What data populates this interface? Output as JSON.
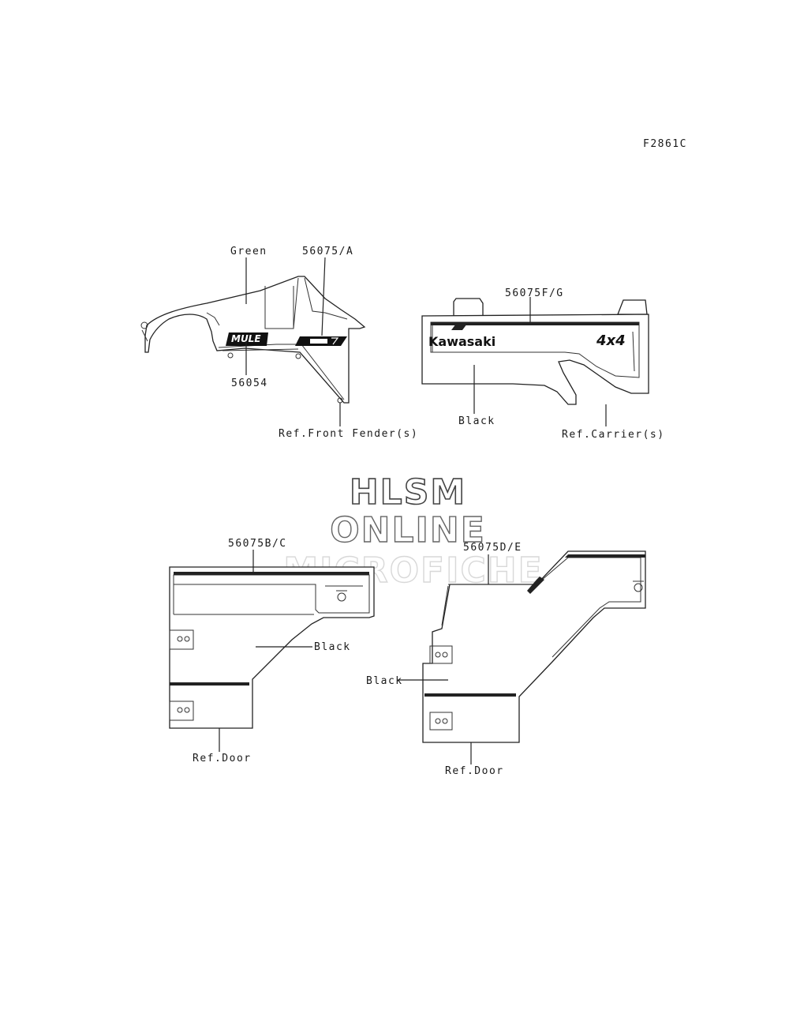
{
  "figure_code": "F2861C",
  "watermark": {
    "line1": "HLSM",
    "line2": "ONLINE",
    "line3": "MICROFICHE"
  },
  "callouts": {
    "green": "Green",
    "p56075a": "56075/A",
    "p56054": "56054",
    "ref_front_fender": "Ref.Front Fender(s)",
    "p56075fg": "56075F/G",
    "black_carrier": "Black",
    "ref_carrier": "Ref.Carrier(s)",
    "p56075bc": "56075B/C",
    "black_left_door": "Black",
    "ref_door_left": "Ref.Door",
    "p56075de": "56075D/E",
    "black_right_door": "Black",
    "ref_door_right": "Ref.Door"
  },
  "decals": {
    "kawasaki": "Kawasaki",
    "fourbyfour": "4x4",
    "mule": "MULE"
  }
}
